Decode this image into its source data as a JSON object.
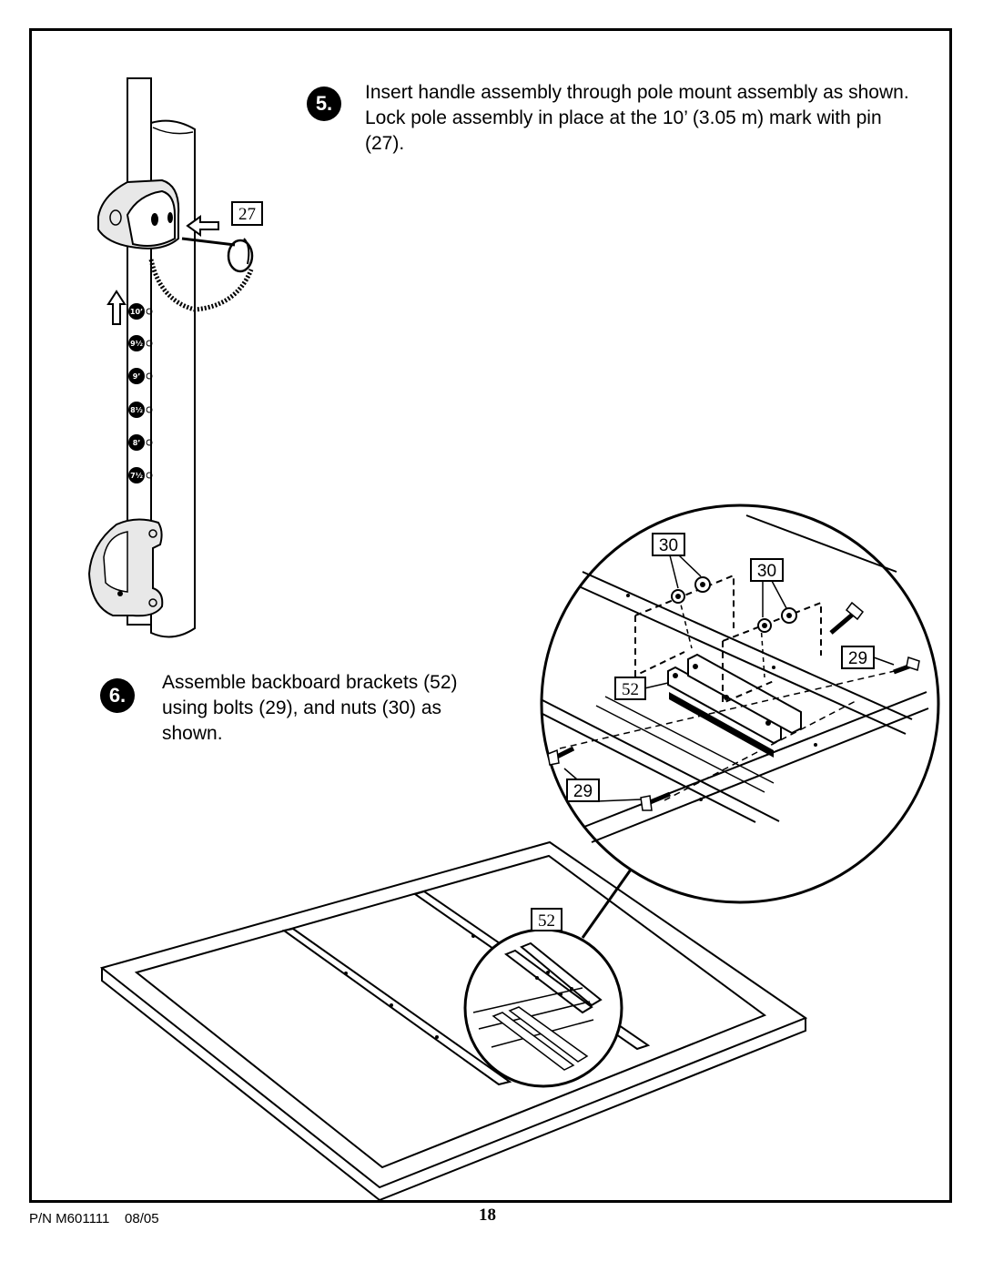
{
  "step5": {
    "number": "5.",
    "text": "Insert handle assembly through pole mount assembly as shown.  Lock pole assembly in place at the 10’ (3.05 m) mark with pin (27)."
  },
  "step6": {
    "number": "6.",
    "text": "Assemble backboard brackets (52) using bolts (29), and nuts (30) as shown."
  },
  "callouts": {
    "pin": "27",
    "nut_a": "30",
    "nut_b": "30",
    "bolt_right": "29",
    "bolt_left": "29",
    "bracket_detail": "52",
    "bracket_frame": "52"
  },
  "height_marks": [
    "10’",
    "9½",
    "9’",
    "8½",
    "8’",
    "7½"
  ],
  "footer": {
    "part_number": "P/N M601111    08/05",
    "page_number": "18"
  }
}
